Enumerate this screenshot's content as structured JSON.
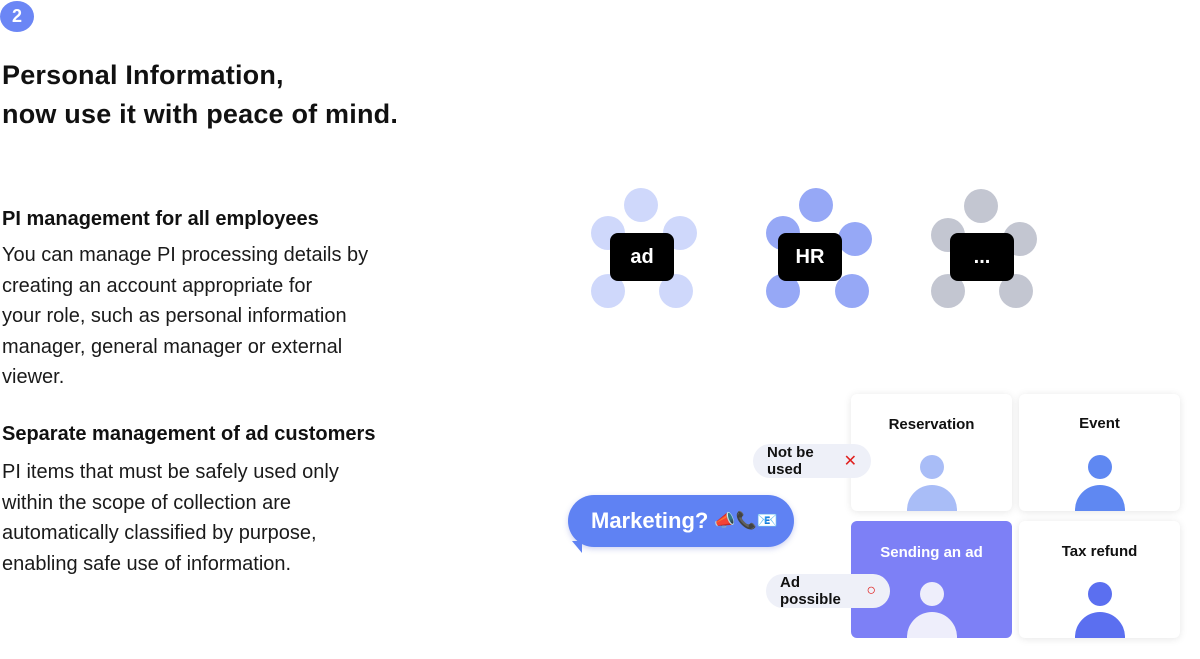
{
  "step_number": "2",
  "headline": [
    "Personal Information,",
    "now use it with peace of mind."
  ],
  "sections": [
    {
      "title": "PI management for all employees",
      "lines": [
        "You can manage PI processing details by",
        "creating an account appropriate for",
        "your role, such as personal information",
        "manager, general manager or external",
        "viewer."
      ]
    },
    {
      "title": "Separate management of ad customers",
      "lines": [
        "PI items that must be safely used only",
        "within the scope of collection are",
        "automatically classified by purpose,",
        "enabling safe use of information."
      ]
    }
  ],
  "account_groups": [
    {
      "label": "ad",
      "color": "#cfd8fb"
    },
    {
      "label": "HR",
      "color": "#96a8f6"
    },
    {
      "label": "...",
      "color": "#c3c6d1"
    }
  ],
  "purpose_cards": [
    {
      "label": "Reservation",
      "head_color": "#a9bdf7",
      "body_color": "#a9bdf7"
    },
    {
      "label": "Event",
      "head_color": "#5f88f2",
      "body_color": "#5f88f2"
    },
    {
      "label": "Sending an ad",
      "head_color": "#eeeefb",
      "body_color": "#eeeefb",
      "background": "#7d80f6"
    },
    {
      "label": "Tax refund",
      "head_color": "#5b6ff0",
      "body_color": "#5b6ff0"
    }
  ],
  "bubbles": {
    "not_used": {
      "label": "Not be used",
      "mark": "✕",
      "mark_color": "#e0201e"
    },
    "marketing": {
      "label": "Marketing?",
      "emojis": "📣📞📧"
    },
    "ad_possible": {
      "label": "Ad possible",
      "mark": "○",
      "mark_color": "#e0201e"
    }
  }
}
